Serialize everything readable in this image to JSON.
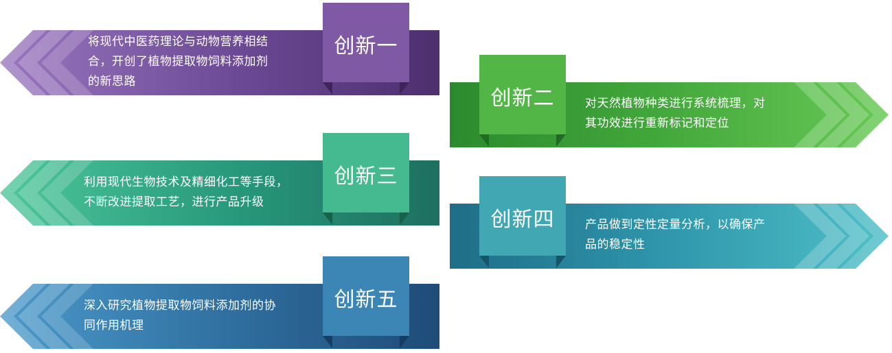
{
  "items": [
    {
      "label": "创新一",
      "text": "将现代中医药理论与动物营养相结\n合，开创了植物提取物饲料添加剂\n的新思路",
      "color": "#7b4f9e"
    },
    {
      "label": "创新二",
      "text": "对天然植物种类进行系统梳理，对\n其功效进行重新标记和定位",
      "color": "#4aac3f"
    },
    {
      "label": "创新三",
      "text": "利用现代生物技术及精细化工等手段，\n不断改进提取工艺，进行产品升级",
      "color": "#3db48a"
    },
    {
      "label": "创新四",
      "text": "产品做到定性定量分析，以确保产\n品的稳定性",
      "color": "#3aa3b0"
    },
    {
      "label": "创新五",
      "text": "深入研究植物提取物饲料添加剂的协\n同作用机理",
      "color": "#3a82b3"
    }
  ]
}
